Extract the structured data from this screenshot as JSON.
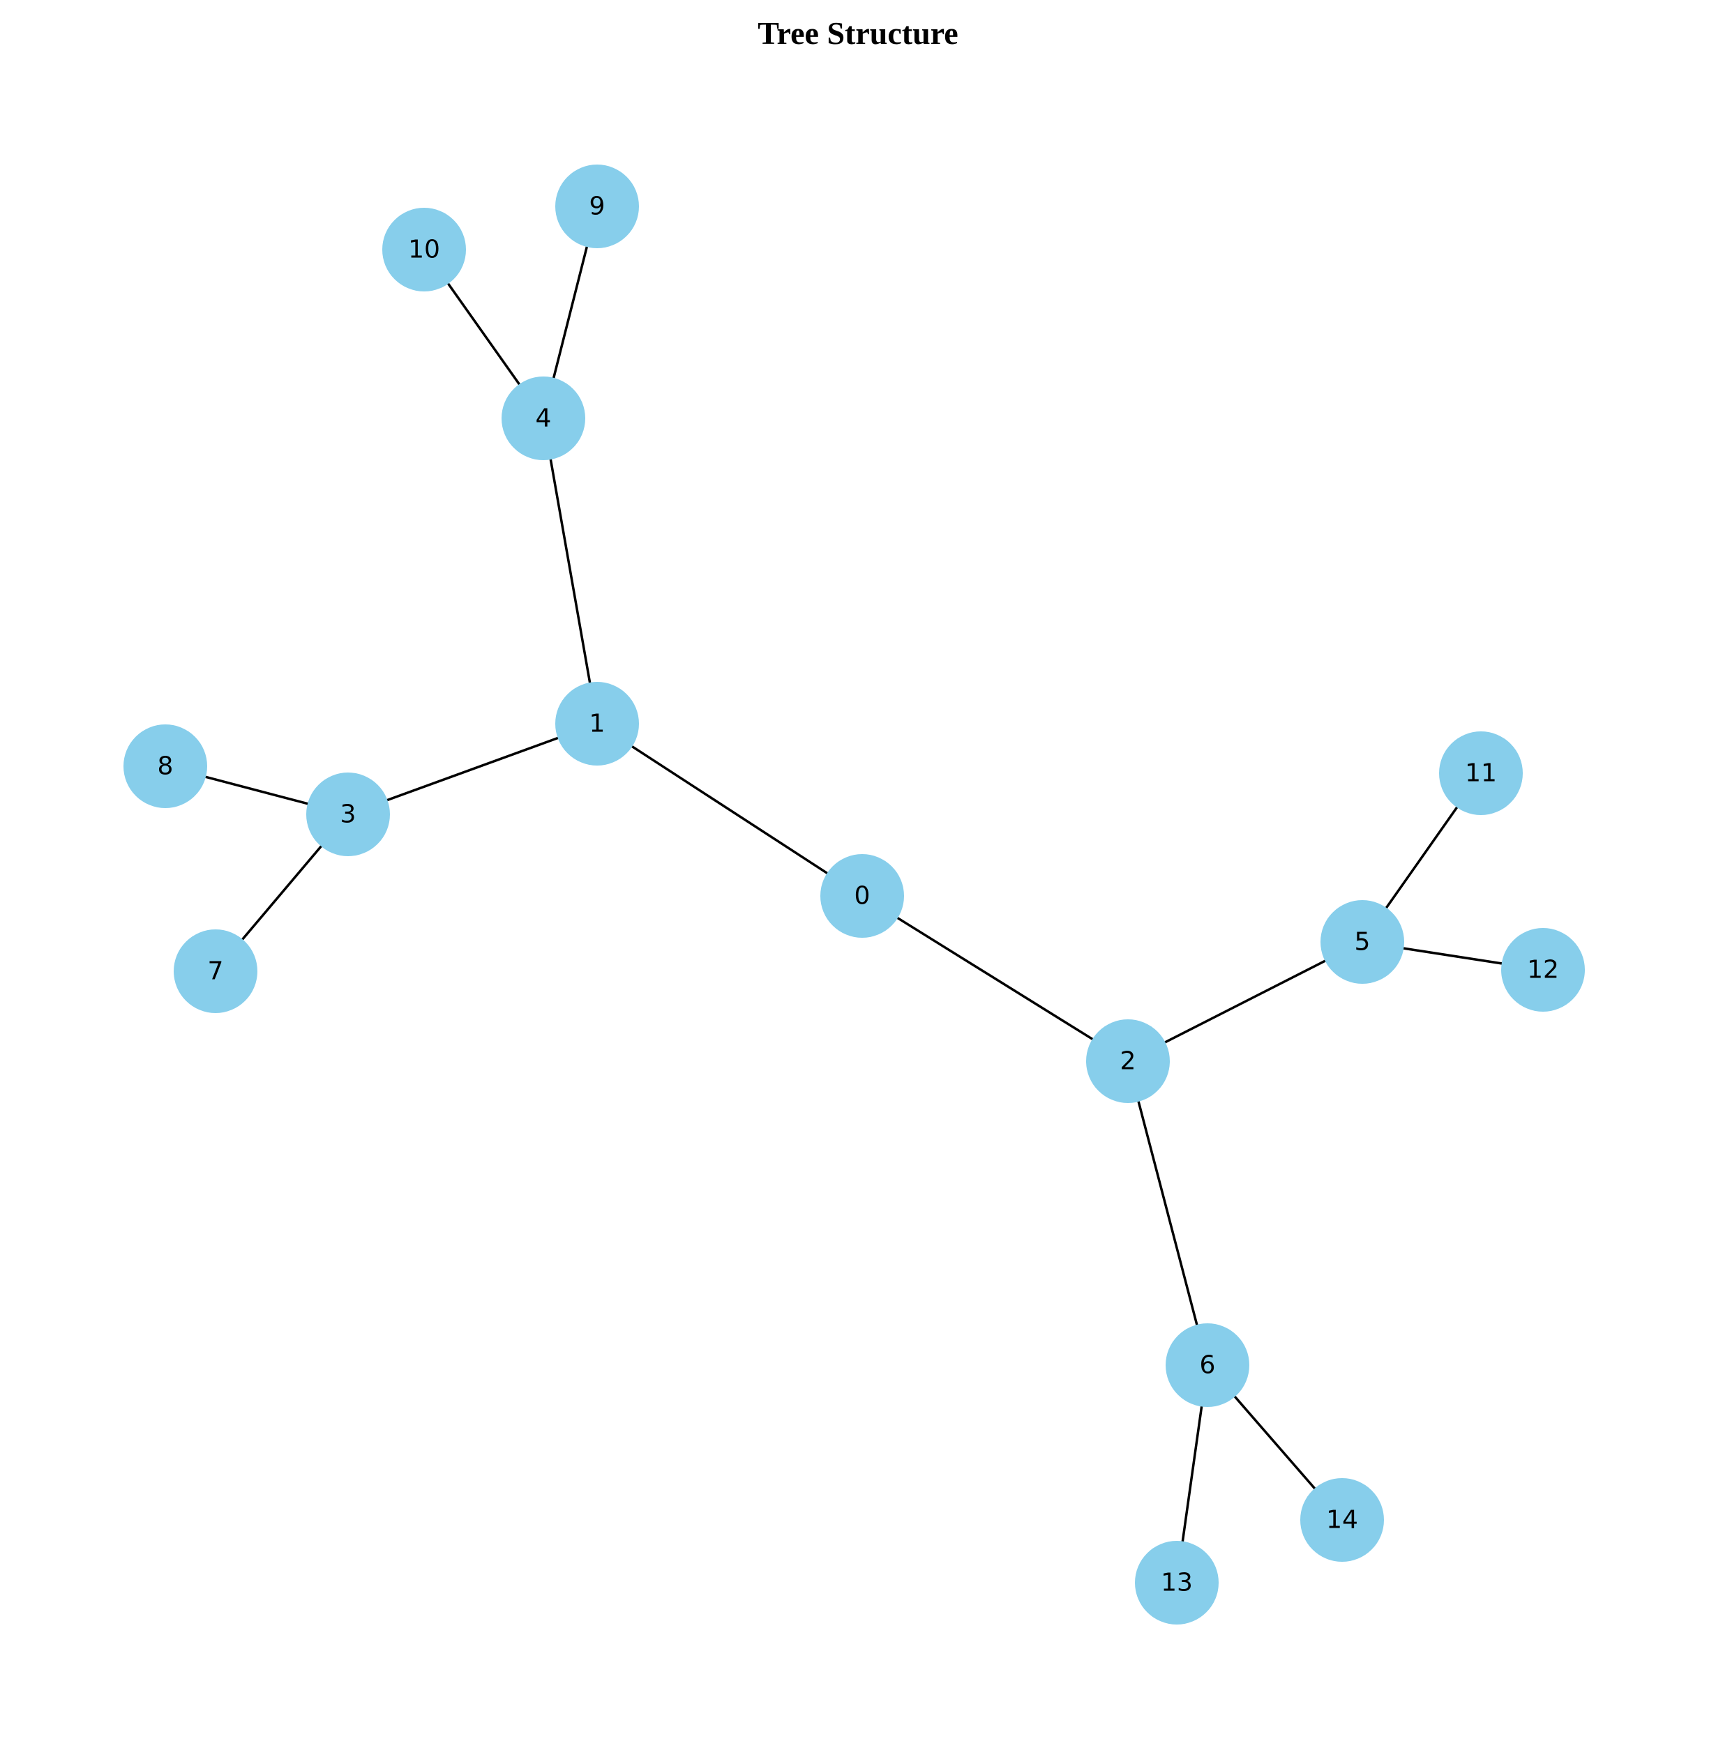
{
  "title": "Tree Structure",
  "colors": {
    "node_fill": "#87ceeb",
    "edge": "#000000",
    "label": "#000000",
    "background": "#ffffff"
  },
  "nodes": [
    {
      "id": 0,
      "label": "0"
    },
    {
      "id": 1,
      "label": "1"
    },
    {
      "id": 2,
      "label": "2"
    },
    {
      "id": 3,
      "label": "3"
    },
    {
      "id": 4,
      "label": "4"
    },
    {
      "id": 5,
      "label": "5"
    },
    {
      "id": 6,
      "label": "6"
    },
    {
      "id": 7,
      "label": "7"
    },
    {
      "id": 8,
      "label": "8"
    },
    {
      "id": 9,
      "label": "9"
    },
    {
      "id": 10,
      "label": "10"
    },
    {
      "id": 11,
      "label": "11"
    },
    {
      "id": 12,
      "label": "12"
    },
    {
      "id": 13,
      "label": "13"
    },
    {
      "id": 14,
      "label": "14"
    }
  ],
  "edges": [
    [
      0,
      1
    ],
    [
      0,
      2
    ],
    [
      1,
      3
    ],
    [
      1,
      4
    ],
    [
      2,
      5
    ],
    [
      2,
      6
    ],
    [
      3,
      7
    ],
    [
      3,
      8
    ],
    [
      4,
      9
    ],
    [
      4,
      10
    ],
    [
      5,
      11
    ],
    [
      5,
      12
    ],
    [
      6,
      13
    ],
    [
      6,
      14
    ]
  ]
}
